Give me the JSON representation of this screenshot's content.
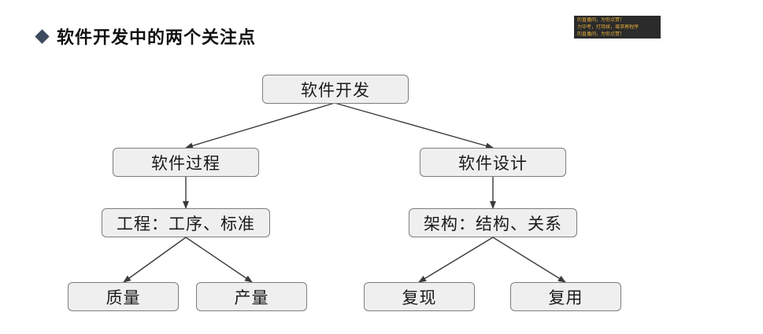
{
  "title": "软件开发中的两个关注点",
  "overlay_lines": [
    "的直播间，为你点赞！",
    "力中考，打持续，增求再程序",
    "的直播间，为你点赞！"
  ],
  "nodes": {
    "root": "软件开发",
    "process": "软件过程",
    "design": "软件设计",
    "engineering": "工程：工序、标准",
    "architecture": "架构：结构、关系",
    "quality": "质量",
    "output": "产量",
    "reuse": "复现",
    "reuse2": "复用"
  },
  "colors": {
    "node_fill": "#efefef",
    "node_border": "#7d7d7d",
    "arrow": "#3a3a3a",
    "bullet": "#3d4a5c"
  }
}
